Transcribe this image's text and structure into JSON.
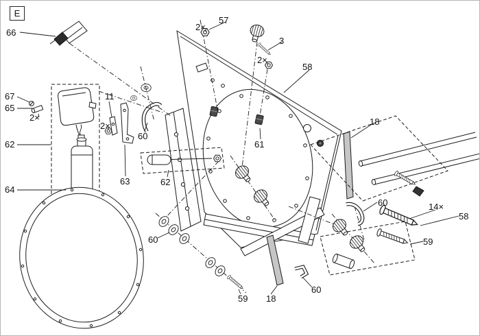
{
  "figure": {
    "tag": "E",
    "type": "exploded-parts-diagram"
  },
  "colors": {
    "line": "#1a1a1a",
    "gray_part": "#c6c6c6",
    "dark_part": "#3a3a3a",
    "border": "#b5b5b5",
    "background": "#ffffff"
  },
  "callouts": [
    {
      "part": "66",
      "text": "66"
    },
    {
      "part": "57",
      "text": "57"
    },
    {
      "part": "57-qty",
      "text": "2×"
    },
    {
      "part": "3",
      "text": "3"
    },
    {
      "part": "3-qty",
      "text": "2×"
    },
    {
      "part": "58-top",
      "text": "58"
    },
    {
      "part": "11",
      "text": "11"
    },
    {
      "part": "11-qty",
      "text": "2×"
    },
    {
      "part": "67",
      "text": "67"
    },
    {
      "part": "65",
      "text": "65"
    },
    {
      "part": "65-qty",
      "text": "2×"
    },
    {
      "part": "62-left",
      "text": "62"
    },
    {
      "part": "60-top",
      "text": "60"
    },
    {
      "part": "63",
      "text": "63"
    },
    {
      "part": "62-mid",
      "text": "62"
    },
    {
      "part": "64",
      "text": "64"
    },
    {
      "part": "61",
      "text": "61"
    },
    {
      "part": "18-right",
      "text": "18"
    },
    {
      "part": "60-right",
      "text": "60"
    },
    {
      "part": "58-qty",
      "text": "14×"
    },
    {
      "part": "58-right",
      "text": "58"
    },
    {
      "part": "59-right",
      "text": "59"
    },
    {
      "part": "60-bottom-left",
      "text": "60"
    },
    {
      "part": "60-bottom",
      "text": "60"
    },
    {
      "part": "59-bottom",
      "text": "59"
    },
    {
      "part": "18-bottom",
      "text": "18"
    }
  ]
}
